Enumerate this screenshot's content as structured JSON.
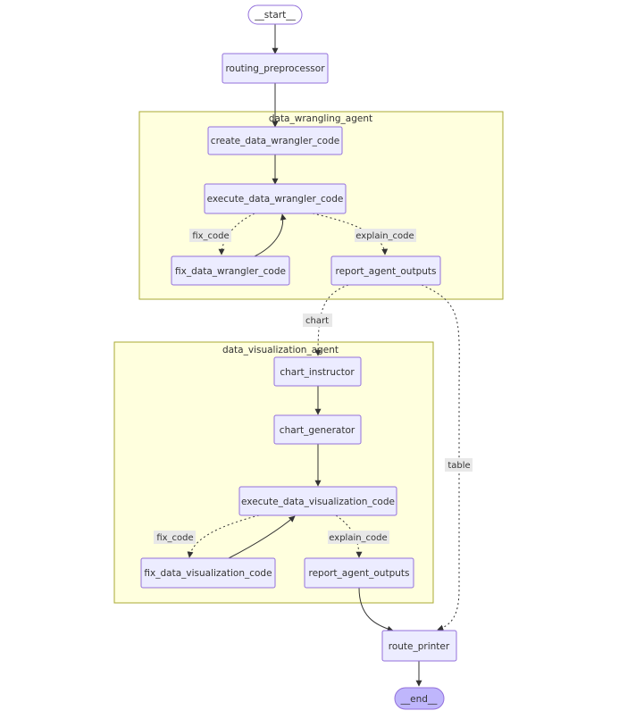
{
  "clusters": {
    "wrangling": "data_wrangling_agent",
    "visualization": "data_visualization_agent"
  },
  "nodes": {
    "start": "__start__",
    "routing_preprocessor": "routing_preprocessor",
    "create_data_wrangler_code": "create_data_wrangler_code",
    "execute_data_wrangler_code": "execute_data_wrangler_code",
    "fix_data_wrangler_code": "fix_data_wrangler_code",
    "report_agent_outputs_1": "report_agent_outputs",
    "chart_instructor": "chart_instructor",
    "chart_generator": "chart_generator",
    "execute_data_visualization_code": "execute_data_visualization_code",
    "fix_data_visualization_code": "fix_data_visualization_code",
    "report_agent_outputs_2": "report_agent_outputs",
    "route_printer": "route_printer",
    "end": "__end__"
  },
  "edge_labels": {
    "fix_code_1": "fix_code",
    "explain_code_1": "explain_code",
    "chart": "chart",
    "table": "table",
    "fix_code_2": "fix_code",
    "explain_code_2": "explain_code"
  },
  "colors": {
    "node_fill": "#ECECFF",
    "node_stroke": "#9370DB",
    "cluster_fill": "#FFFFDE",
    "cluster_stroke": "#AAAA33",
    "terminal_fill": "#BFB6FC",
    "edge": "#333333"
  }
}
